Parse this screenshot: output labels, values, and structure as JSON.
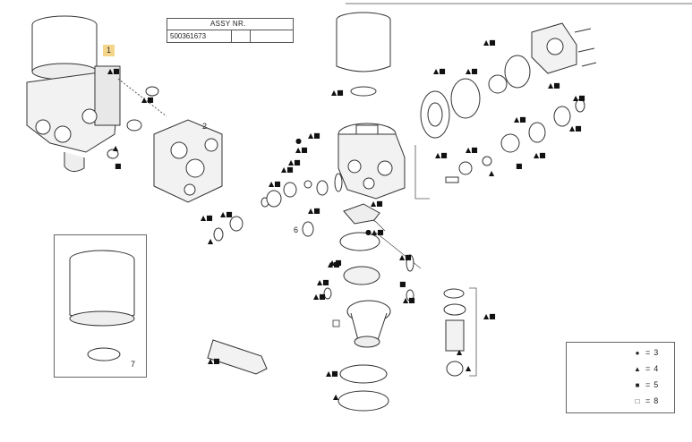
{
  "assy_table": {
    "header": "ASSY NR.",
    "part_number": "500361673"
  },
  "callouts": {
    "c1": "1",
    "c2": "2",
    "c6": "6",
    "c7": "7"
  },
  "legend": {
    "items": [
      {
        "symbol": "●",
        "value": "3"
      },
      {
        "symbol": "▲",
        "value": "4"
      },
      {
        "symbol": "■",
        "value": "5"
      },
      {
        "symbol": "□",
        "value": "8"
      }
    ]
  }
}
